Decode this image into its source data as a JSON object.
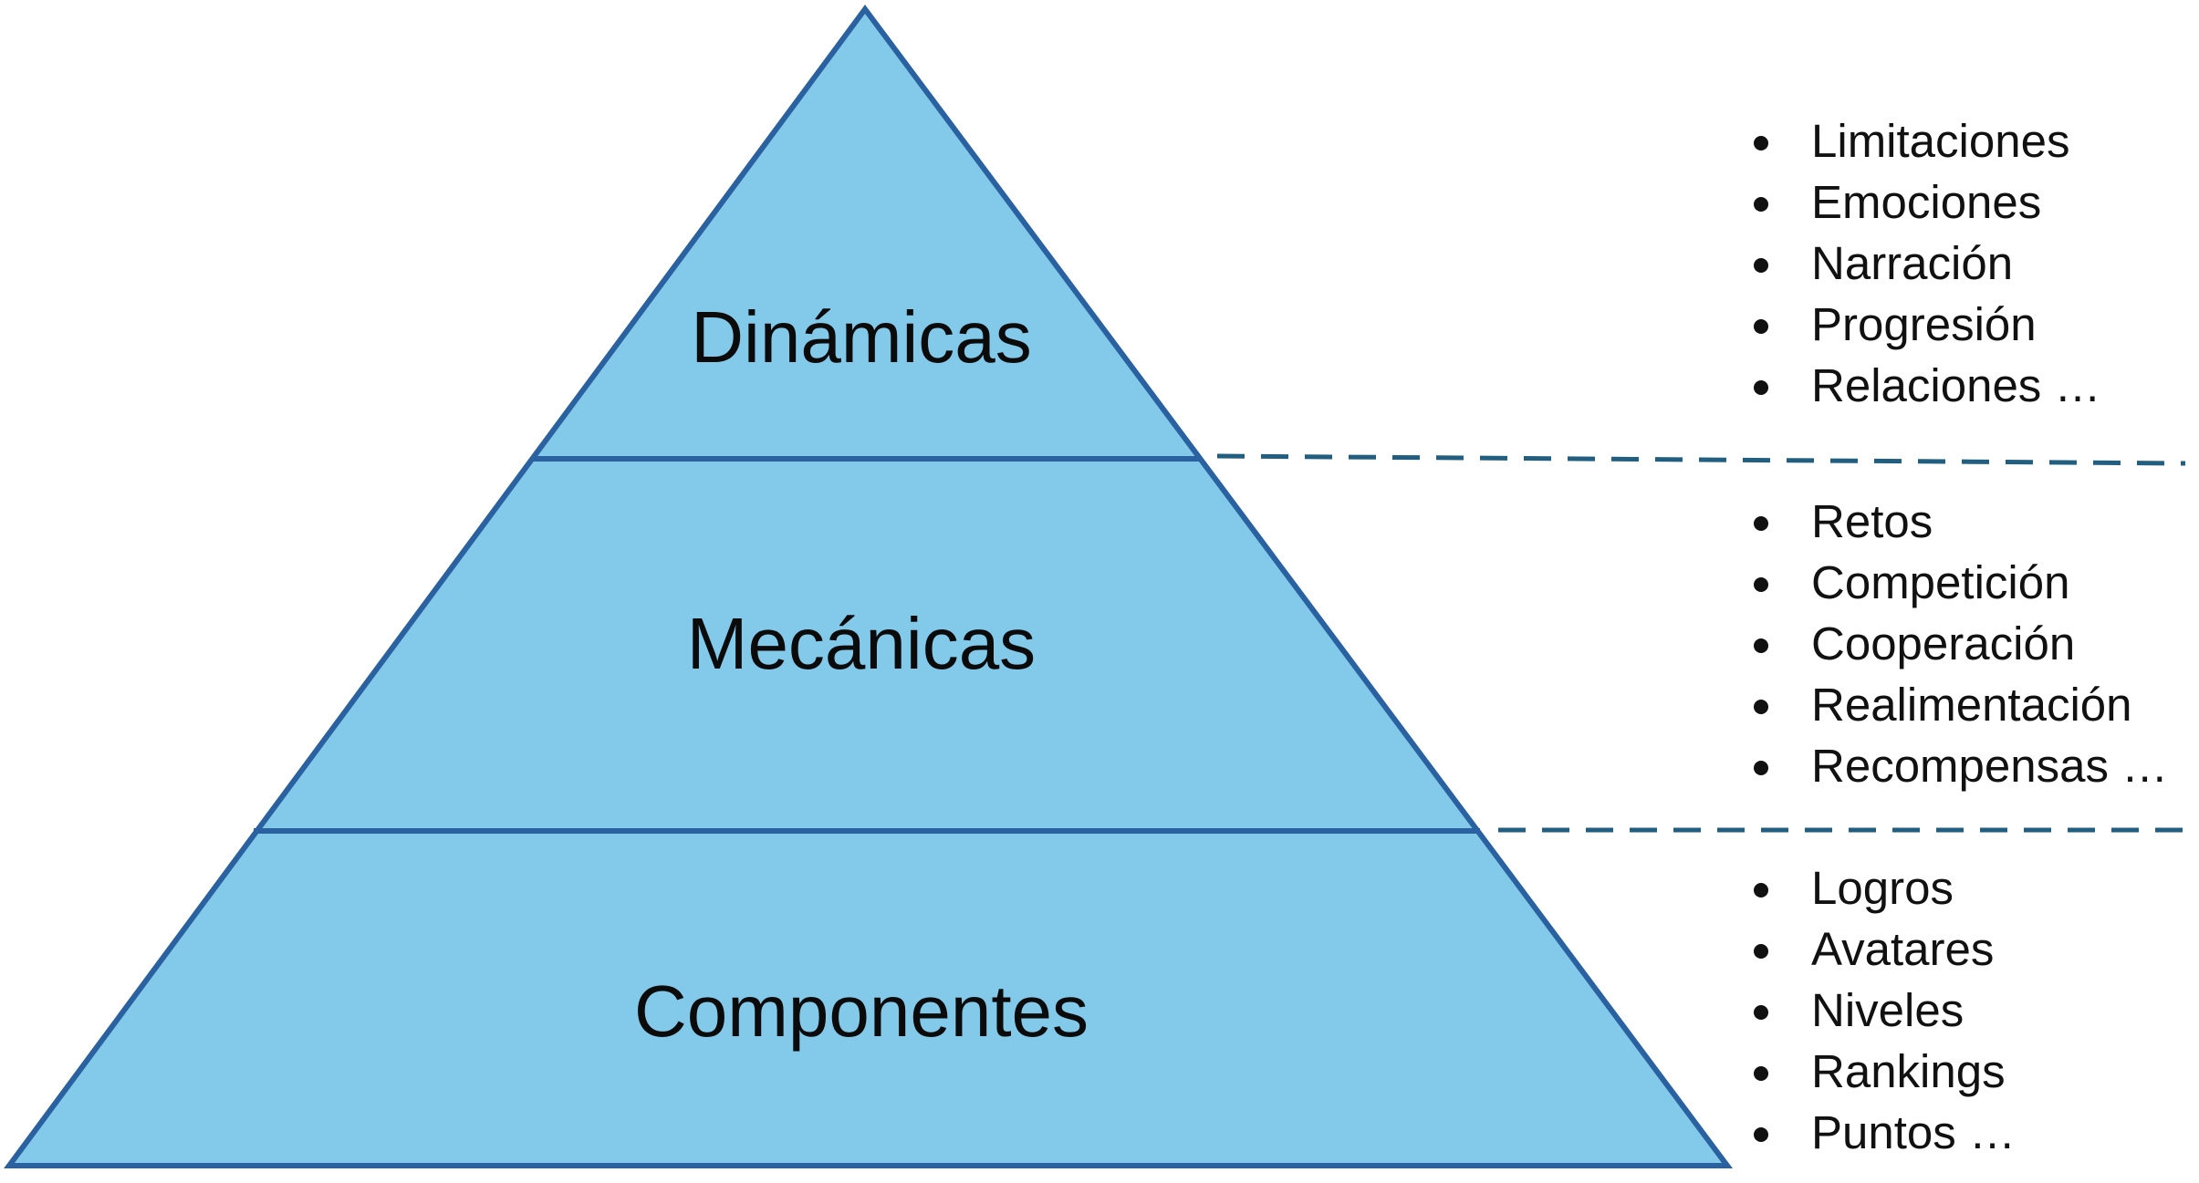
{
  "diagram": {
    "type": "pyramid",
    "colors": {
      "fill": "#83c9ea",
      "stroke": "#2a61a0",
      "separator": "#215e80"
    },
    "tiers": [
      {
        "label": "Dinámicas",
        "items": [
          "Limitaciones",
          "Emociones",
          "Narración",
          "Progresión",
          "Relaciones …"
        ]
      },
      {
        "label": "Mecánicas",
        "items": [
          "Retos",
          "Competición",
          "Cooperación",
          "Realimentación",
          "Recompensas …"
        ]
      },
      {
        "label": "Componentes",
        "items": [
          "Logros",
          "Avatares",
          "Niveles",
          "Rankings",
          "Puntos …"
        ]
      }
    ]
  }
}
